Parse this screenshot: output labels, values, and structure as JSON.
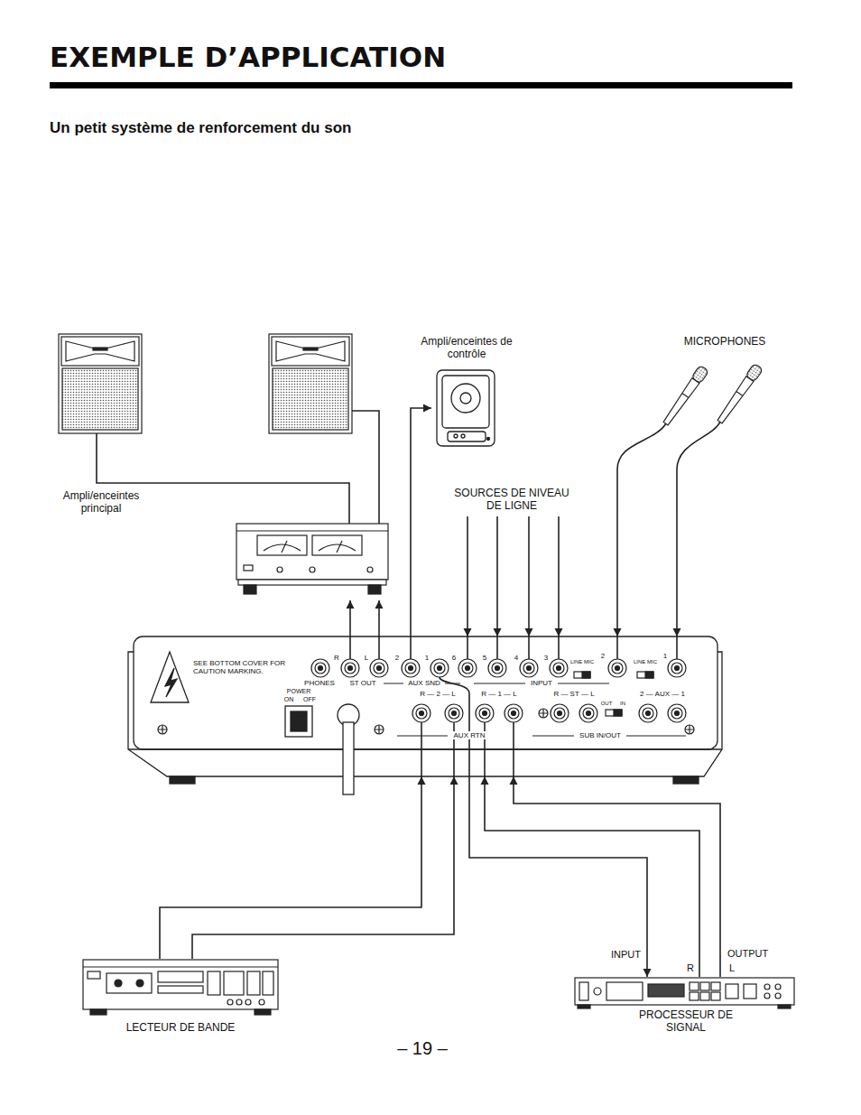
{
  "diagram": {
    "title": "EXEMPLE D’APPLICATION",
    "nodes": [
      {
        "text": [
          "Ampli/enceintes principal"
        ]
      },
      {
        "text": [
          "Ampli/enceintes de contrôle"
        ]
      },
      {
        "text": [
          "MICROPHONES"
        ]
      },
      {
        "text": [
          "SOURCES DE NIVEAU DE LIGNE"
        ]
      },
      {
        "text": [
          "SEE BOTTOM COVER FOR CAUTION MARKING.",
          "PHONES",
          "R",
          "L",
          "ST OUT",
          "2",
          "1",
          "AUX SND",
          "6",
          "5",
          "4",
          "3",
          "LINE MIC",
          "2",
          "LINE MIC",
          "1",
          "INPUT",
          "POWER",
          "ON",
          "OFF",
          "R — 2 — L",
          "R — 1 — L",
          "R — ST — L",
          "OUT",
          "IN",
          "2 — AUX — 1",
          "AUX RTN",
          "SUB IN/OUT"
        ]
      },
      {
        "text": [
          "LECTEUR DE BANDE"
        ]
      },
      {
        "text": [
          "PROCESSEUR DE SIGNAL"
        ]
      }
    ],
    "edges": [
      {
        "from": 4,
        "to": 0,
        "arrow": "to"
      },
      {
        "from": 4,
        "to": 0,
        "arrow": "to"
      },
      {
        "from": 4,
        "to": 1,
        "arrow": "to"
      },
      {
        "from": 3,
        "to": 4,
        "arrow": "to"
      },
      {
        "from": 3,
        "to": 4,
        "arrow": "to"
      },
      {
        "from": 3,
        "to": 4,
        "arrow": "to"
      },
      {
        "from": 3,
        "to": 4,
        "arrow": "to"
      },
      {
        "from": 2,
        "to": 4,
        "arrow": "to"
      },
      {
        "from": 2,
        "to": 4,
        "arrow": "to"
      },
      {
        "from": 5,
        "to": 4,
        "arrow": "to"
      },
      {
        "from": 5,
        "to": 4,
        "arrow": "to"
      },
      {
        "from": 4,
        "to": 6,
        "arrow": "to"
      },
      {
        "from": 6,
        "to": 4,
        "arrow": "to"
      },
      {
        "from": 6,
        "to": 4,
        "arrow": "to"
      }
    ],
    "labels": [
      "Un petit système de renforcement du son",
      "INPUT",
      "R",
      "OUTPUT",
      "L",
      "– 19 –"
    ]
  }
}
